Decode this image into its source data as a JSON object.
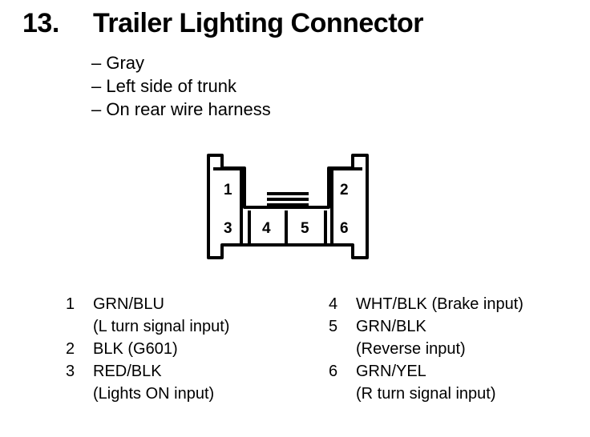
{
  "heading": {
    "number": "13.",
    "title": "Trailer Lighting Connector"
  },
  "notes": [
    "– Gray",
    "– Left side of trunk",
    "– On rear wire harness"
  ],
  "connector": {
    "pins": [
      "1",
      "2",
      "3",
      "4",
      "5",
      "6"
    ]
  },
  "pinout": {
    "left": [
      {
        "pin": "1",
        "lines": [
          "GRN/BLU",
          "(L turn signal input)"
        ]
      },
      {
        "pin": "2",
        "lines": [
          "BLK (G601)"
        ]
      },
      {
        "pin": "3",
        "lines": [
          "RED/BLK",
          "(Lights ON input)"
        ]
      }
    ],
    "right": [
      {
        "pin": "4",
        "lines": [
          "WHT/BLK (Brake input)"
        ]
      },
      {
        "pin": "5",
        "lines": [
          "GRN/BLK",
          "(Reverse input)"
        ]
      },
      {
        "pin": "6",
        "lines": [
          "GRN/YEL",
          "(R turn signal input)"
        ]
      }
    ]
  }
}
